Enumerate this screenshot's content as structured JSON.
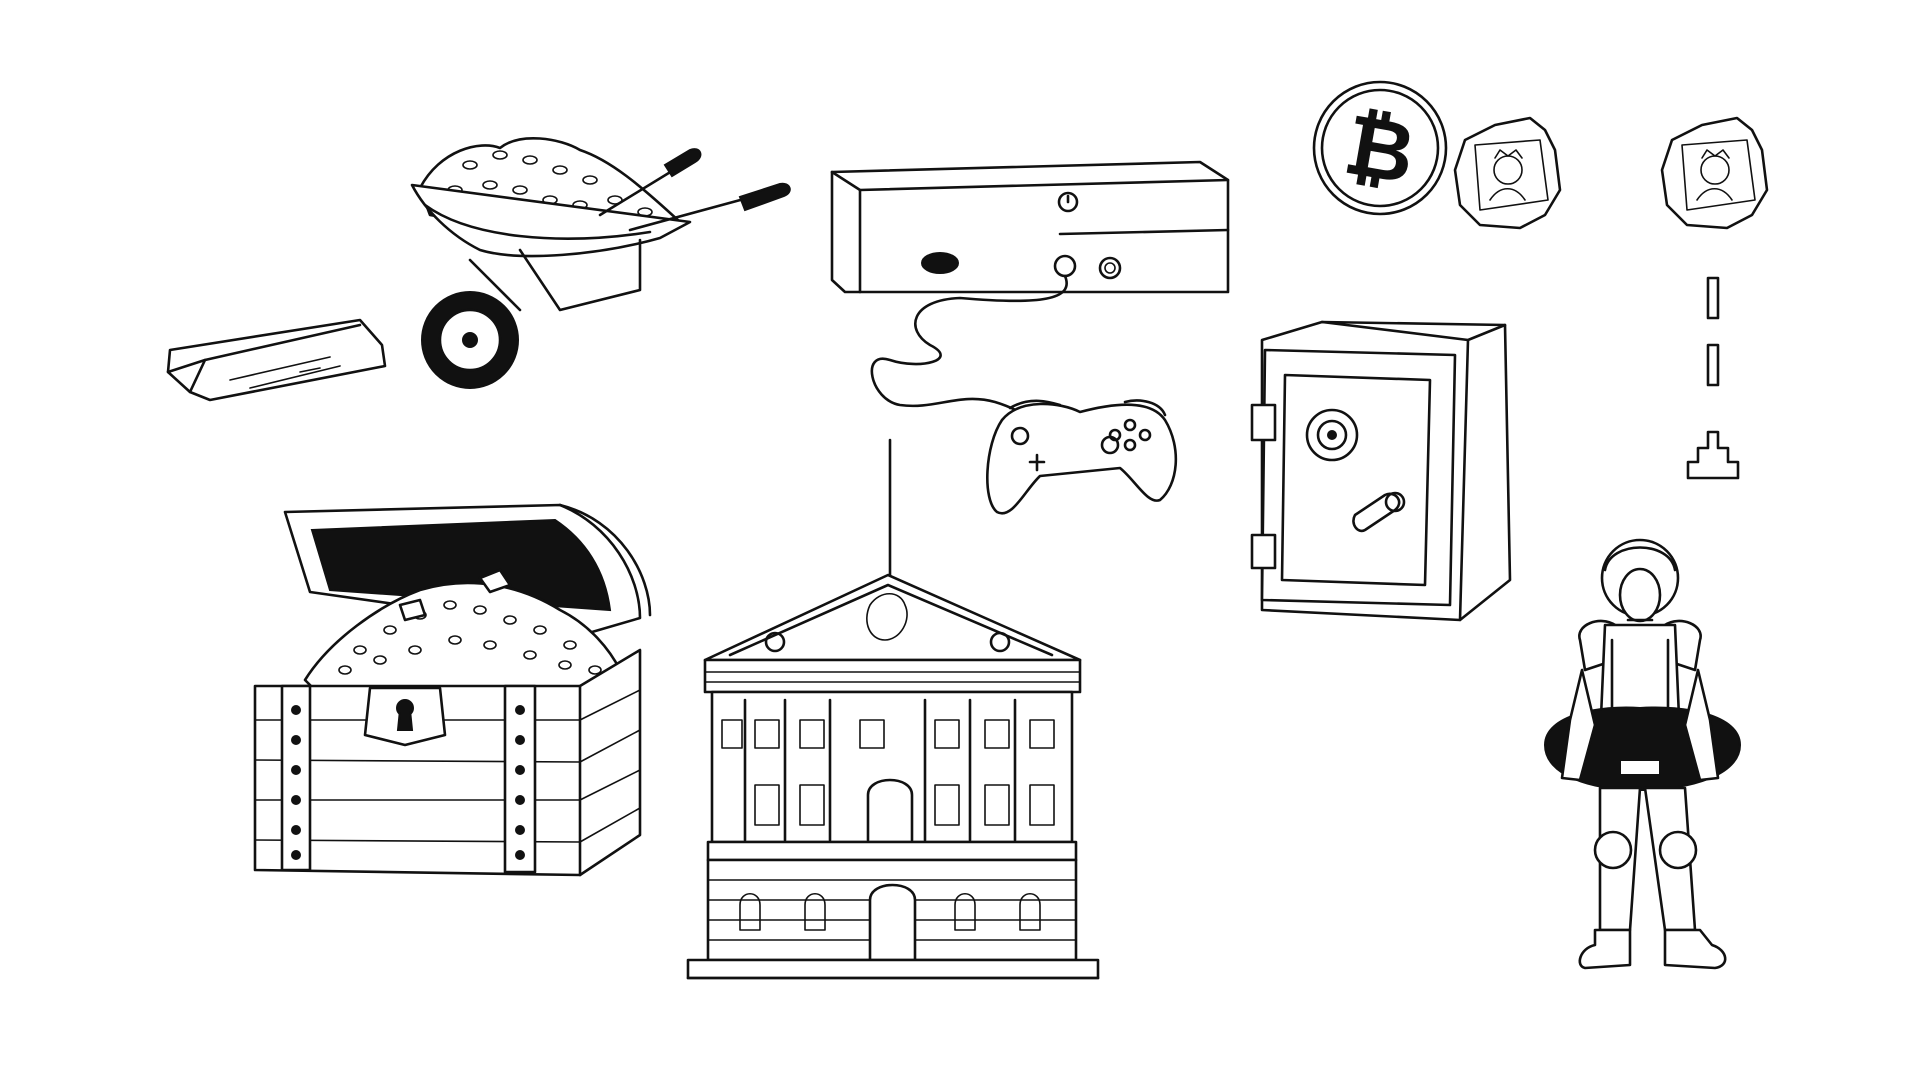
{
  "canvas": {
    "background": "#ffffff",
    "ink_color": "#111111"
  },
  "illustrations": [
    {
      "name": "gold-bar",
      "icon": "gold-bar-icon"
    },
    {
      "name": "wheelbarrow-of-coins",
      "icon": "wheelbarrow-icon"
    },
    {
      "name": "game-console",
      "icon": "game-console-icon"
    },
    {
      "name": "game-controller",
      "icon": "gamepad-icon"
    },
    {
      "name": "bitcoin-coin",
      "icon": "bitcoin-icon"
    },
    {
      "name": "pixel-coin",
      "icon": "pixel-coin-icon",
      "count": 2
    },
    {
      "name": "pixel-arrow",
      "icon": "pixel-arrow-icon"
    },
    {
      "name": "safe",
      "icon": "safe-icon"
    },
    {
      "name": "treasure-chest",
      "icon": "treasure-chest-icon"
    },
    {
      "name": "bank-building",
      "icon": "bank-building-icon"
    },
    {
      "name": "armored-figure",
      "icon": "armored-figure-icon"
    }
  ]
}
